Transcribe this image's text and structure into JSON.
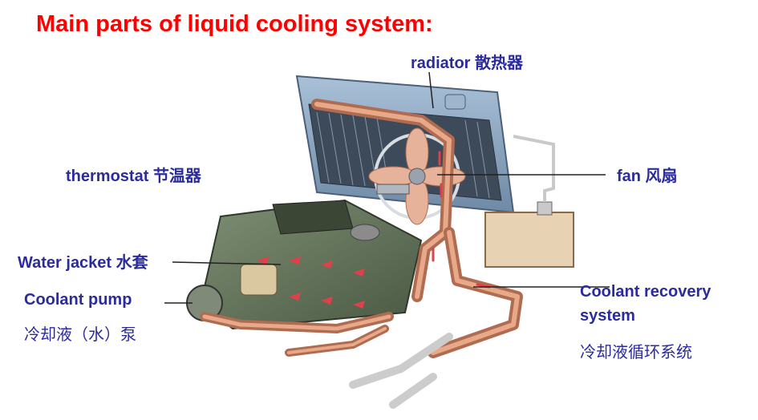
{
  "title": "Main parts of liquid cooling system:",
  "labels": {
    "radiator": "radiator 散热器",
    "thermostat": "thermostat 节温器",
    "fan": "fan  风扇",
    "water_jacket": "Water jacket 水套",
    "coolant_pump": "Coolant pump",
    "coolant_pump_cn": "冷却液（水）泵",
    "recovery_line1": "Coolant recovery",
    "recovery_line2": "system",
    "recovery_cn": "冷却液循环系统"
  },
  "colors": {
    "title": "#ff0000",
    "label": "#2b2b9e",
    "pipe": "#c97a5a",
    "engine": "#5a6b52",
    "radiator": "#8aa7c4",
    "flow_arrow": "#e0404a"
  }
}
